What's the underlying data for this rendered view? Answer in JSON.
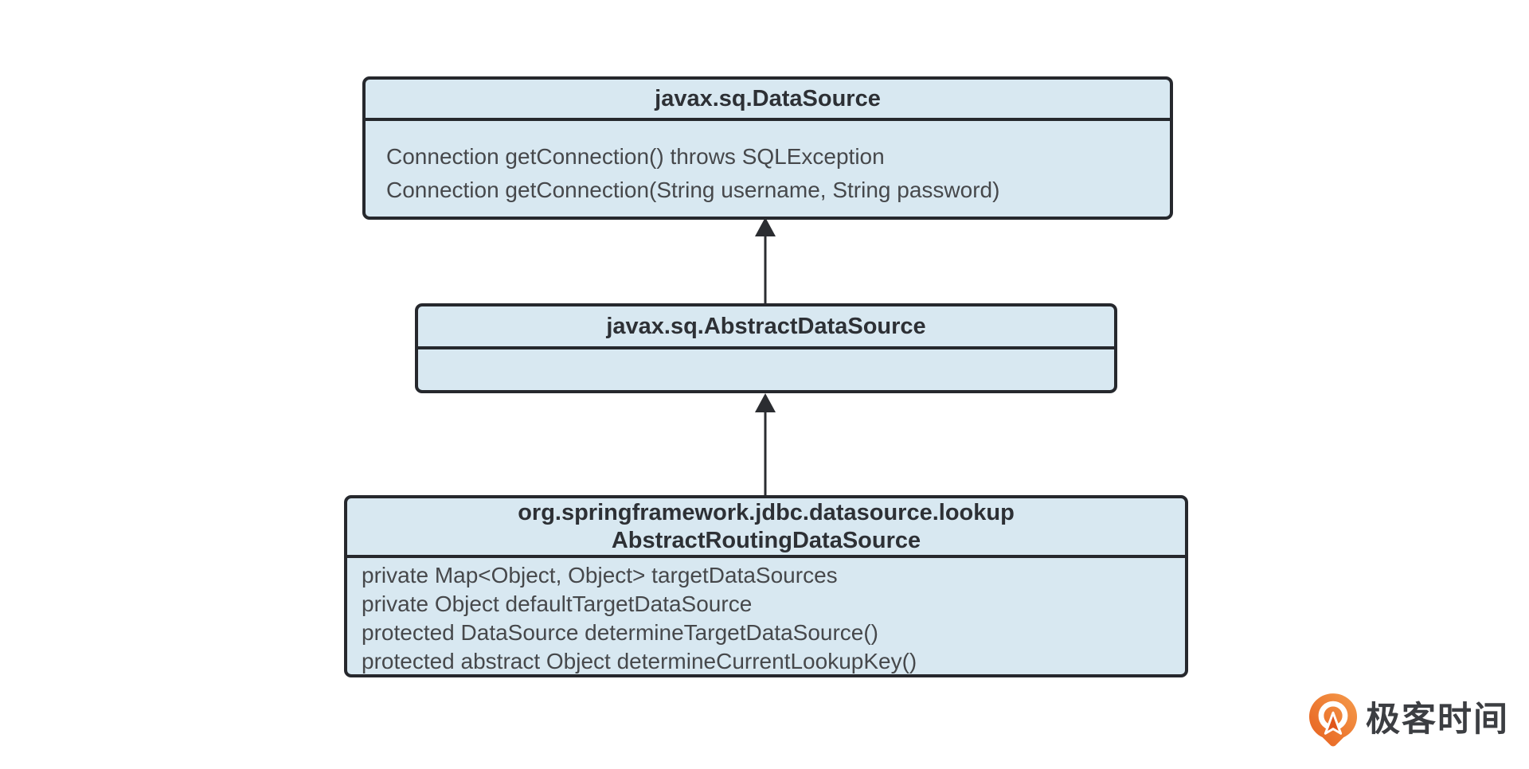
{
  "diagram": {
    "classes": [
      {
        "id": "javax.sq.DataSource",
        "title_lines": [
          "javax.sq.DataSource"
        ],
        "members": [
          "Connection getConnection() throws SQLException",
          "Connection getConnection(String username, String password)"
        ]
      },
      {
        "id": "javax.sq.AbstractDataSource",
        "title_lines": [
          "javax.sq.AbstractDataSource"
        ],
        "members": []
      },
      {
        "id": "org.springframework.jdbc.datasource.lookup.AbstractRoutingDataSource",
        "title_lines": [
          "org.springframework.jdbc.datasource.lookup",
          "AbstractRoutingDataSource"
        ],
        "members": [
          "private Map<Object, Object> targetDataSources",
          "private Object defaultTargetDataSource",
          "protected DataSource determineTargetDataSource()",
          "protected abstract Object determineCurrentLookupKey()"
        ]
      }
    ],
    "relations": [
      {
        "type": "inheritance",
        "from": "javax.sq.AbstractDataSource",
        "to": "javax.sq.DataSource"
      },
      {
        "type": "inheritance",
        "from": "org.springframework.jdbc.datasource.lookup.AbstractRoutingDataSource",
        "to": "javax.sq.AbstractDataSource"
      }
    ]
  },
  "branding": {
    "logo_text": "极客时间"
  },
  "colors": {
    "box_fill": "#d8e8f1",
    "box_border": "#26282d",
    "title_text": "#2d3035",
    "body_text": "#46484b",
    "arrow": "#2b2d31",
    "logo_orange_light": "#f59b4b",
    "logo_orange_dark": "#e65f1e",
    "logo_text_color": "#3c3e42"
  }
}
